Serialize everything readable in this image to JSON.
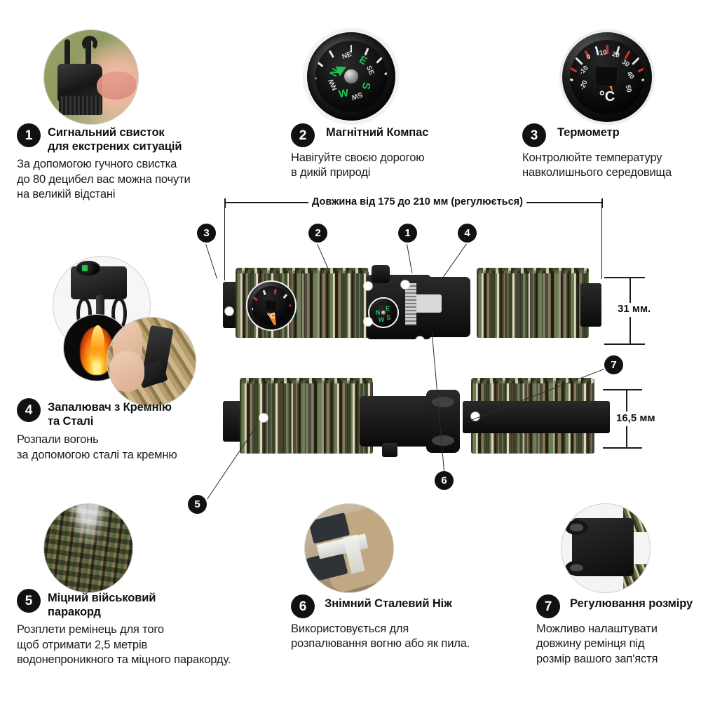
{
  "page": {
    "background": "#ffffff",
    "accent_dark": "#111111",
    "compass_green": "#22c24e",
    "thermo_orange": "#f08a2a"
  },
  "features": [
    {
      "number": "1",
      "title": "Сигнальний свисток\nдля екстрених ситуацій",
      "title_line1": "Сигнальний свисток",
      "title_line2": "для екстрених ситуацій",
      "body_line1": "За допомогою гучного свистка",
      "body_line2": "до 80 децибел вас можна почути",
      "body_line3": "на великій відстані",
      "photo": "whistle-photo"
    },
    {
      "number": "2",
      "title_line1": "Магнітний Компас",
      "title_line2": "",
      "body_line1": "Навігуйте своєю дорогою",
      "body_line2": "в дикій природі",
      "body_line3": "",
      "photo": "compass-photo"
    },
    {
      "number": "3",
      "title_line1": "Термометр",
      "title_line2": "",
      "body_line1": "Контролюйте температуру",
      "body_line2": "навколишнього середовища",
      "body_line3": "",
      "photo": "thermometer-photo"
    },
    {
      "number": "4",
      "title_line1": "Запалювач з Кремнію",
      "title_line2": "та Сталі",
      "body_line1": "Розпали вогонь",
      "body_line2": "за допомогою сталі та кремню",
      "body_line3": "",
      "photo": "flint-striker-photo"
    },
    {
      "number": "5",
      "title_line1": "Міцний військовий",
      "title_line2": "паракорд",
      "body_line1": "Розплети ремінець для того",
      "body_line2": "щоб отримати 2,5 метрів",
      "body_line3": "водонепроникного та міцного паракорду.",
      "photo": "paracord-coil-photo"
    },
    {
      "number": "6",
      "title_line1": "Знімний Сталевий Ніж",
      "title_line2": "",
      "body_line1": "Використовується для",
      "body_line2": "розпалювання вогню або як пила.",
      "body_line3": "",
      "photo": "steel-knife-photo"
    },
    {
      "number": "7",
      "title_line1": "Регулювання розміру",
      "title_line2": "",
      "body_line1": "Можливо налаштувати",
      "body_line2": "довжину ремінця під",
      "body_line3": "розмір вашого зап'ястя",
      "photo": "size-adjust-photo"
    }
  ],
  "diagram": {
    "length_label": "Довжина від 175 до 210 мм (регулюється)",
    "height_label": "31 мм.",
    "thickness_label": "16,5 мм",
    "callouts": [
      {
        "number": "3"
      },
      {
        "number": "2"
      },
      {
        "number": "1"
      },
      {
        "number": "4"
      },
      {
        "number": "7"
      },
      {
        "number": "5"
      },
      {
        "number": "6"
      }
    ]
  },
  "compass_dial": {
    "cardinals": [
      "N",
      "E",
      "S",
      "W"
    ],
    "intercardinals": [
      "NE",
      "SE",
      "SW",
      "NW"
    ]
  },
  "thermometer_dial": {
    "unit": "°C",
    "scale": [
      "-20",
      "-10",
      "0",
      "10",
      "20",
      "30",
      "40",
      "50"
    ]
  }
}
